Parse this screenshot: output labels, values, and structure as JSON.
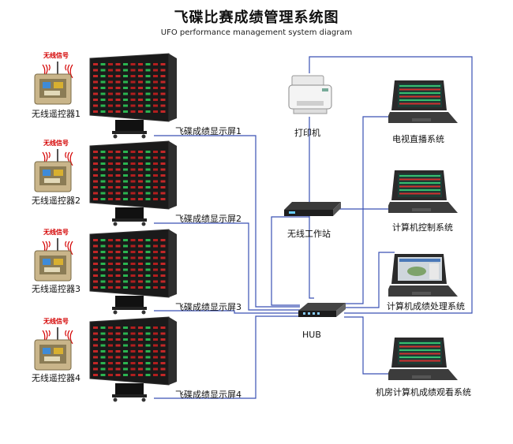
{
  "title": "飞碟比赛成绩管理系统图",
  "subtitle": "UFO performance management system diagram",
  "signal_label": "无线信号",
  "remotes": [
    "无线遥控器1",
    "无线遥控器2",
    "无线遥控器3",
    "无线遥控器4"
  ],
  "screens": [
    "飞碟成绩显示屏1",
    "飞碟成绩显示屏2",
    "飞碟成绩显示屏3",
    "飞碟成绩显示屏4"
  ],
  "devices": {
    "printer": "打印机",
    "workstation": "无线工作站",
    "hub": "HUB",
    "tv": "电视直播系统",
    "control": "计算机控制系统",
    "processing": "计算机成绩处理系统",
    "viewing": "机房计算机成绩观看系统"
  },
  "colors": {
    "line": "#3a52b4",
    "signal": "#d40000"
  }
}
